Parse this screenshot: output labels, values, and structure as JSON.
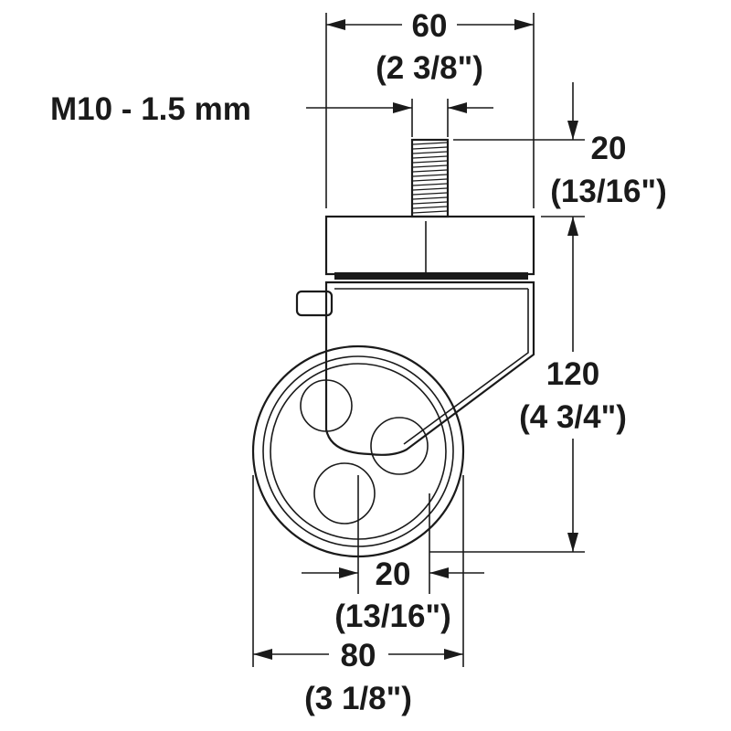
{
  "dimensions": {
    "top_width": {
      "value": "60",
      "imperial": "(2 3/8\")"
    },
    "thread": {
      "label": "M10 - 1.5 mm"
    },
    "stem_height": {
      "value": "20",
      "imperial": "(13/16\")"
    },
    "total_height": {
      "value": "120",
      "imperial": "(4 3/4\")"
    },
    "offset": {
      "value": "20",
      "imperial": "(13/16\")"
    },
    "wheel_diameter": {
      "value": "80",
      "imperial": "(3 1/8\")"
    }
  },
  "colors": {
    "ink": "#1a1a1a",
    "background": "#ffffff"
  }
}
